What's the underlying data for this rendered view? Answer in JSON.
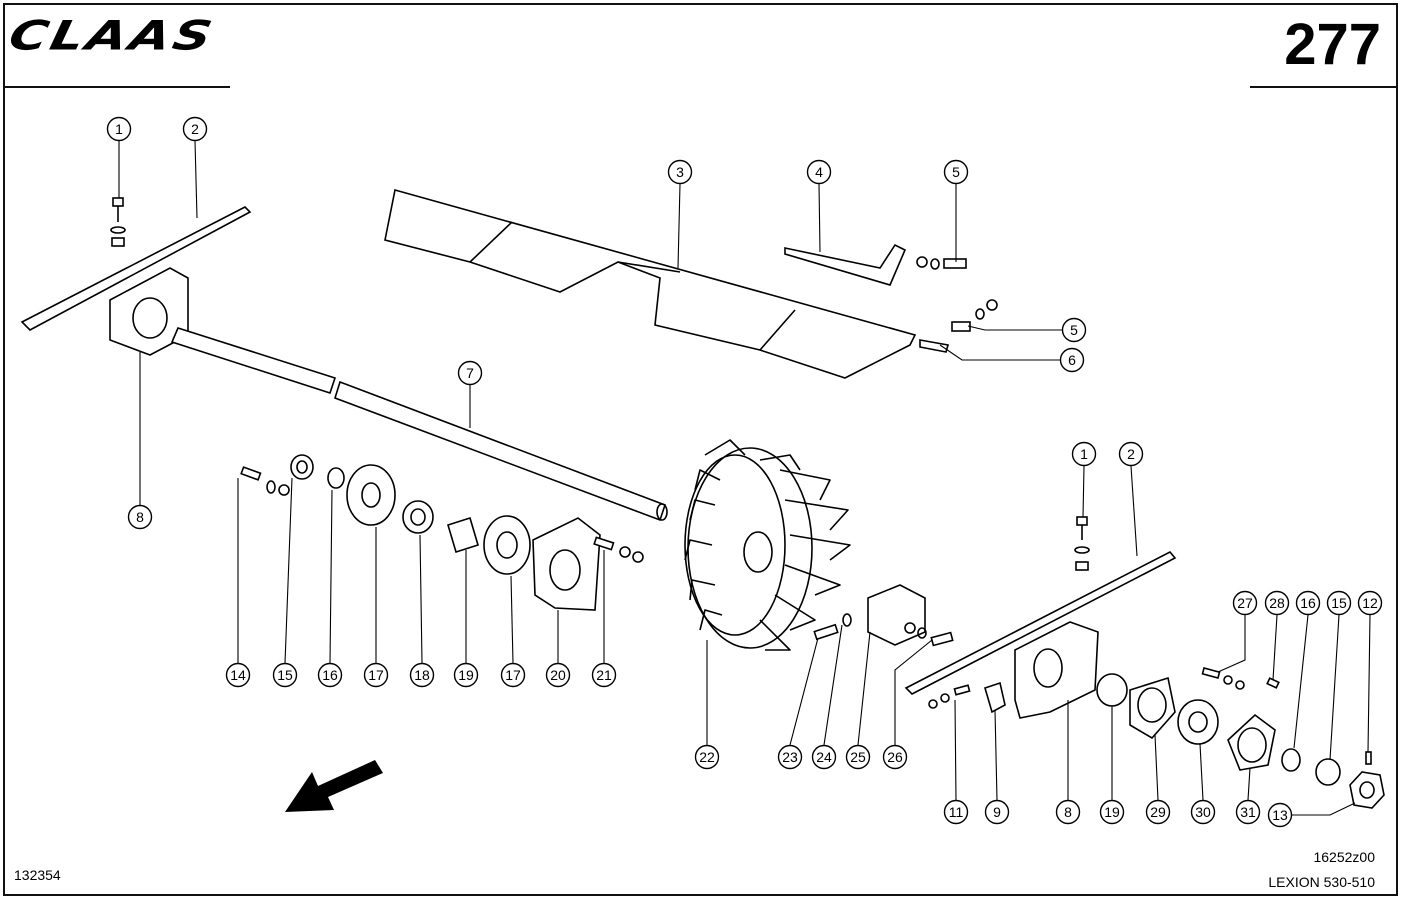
{
  "header": {
    "brand": "CLAAS",
    "page_number": "277"
  },
  "footer": {
    "catalog_number": "132354",
    "drawing_number": "16252z00",
    "model": "LEXION 530-510"
  },
  "callouts": [
    {
      "label": "1"
    },
    {
      "label": "2"
    },
    {
      "label": "3"
    },
    {
      "label": "4"
    },
    {
      "label": "5"
    },
    {
      "label": "5"
    },
    {
      "label": "6"
    },
    {
      "label": "7"
    },
    {
      "label": "8"
    },
    {
      "label": "14"
    },
    {
      "label": "15"
    },
    {
      "label": "16"
    },
    {
      "label": "17"
    },
    {
      "label": "18"
    },
    {
      "label": "19"
    },
    {
      "label": "17"
    },
    {
      "label": "20"
    },
    {
      "label": "21"
    },
    {
      "label": "22"
    },
    {
      "label": "23"
    },
    {
      "label": "24"
    },
    {
      "label": "25"
    },
    {
      "label": "26"
    },
    {
      "label": "1"
    },
    {
      "label": "2"
    },
    {
      "label": "27"
    },
    {
      "label": "28"
    },
    {
      "label": "16"
    },
    {
      "label": "15"
    },
    {
      "label": "12"
    },
    {
      "label": "11"
    },
    {
      "label": "9"
    },
    {
      "label": "8"
    },
    {
      "label": "19"
    },
    {
      "label": "29"
    },
    {
      "label": "30"
    },
    {
      "label": "31"
    },
    {
      "label": "13"
    }
  ]
}
